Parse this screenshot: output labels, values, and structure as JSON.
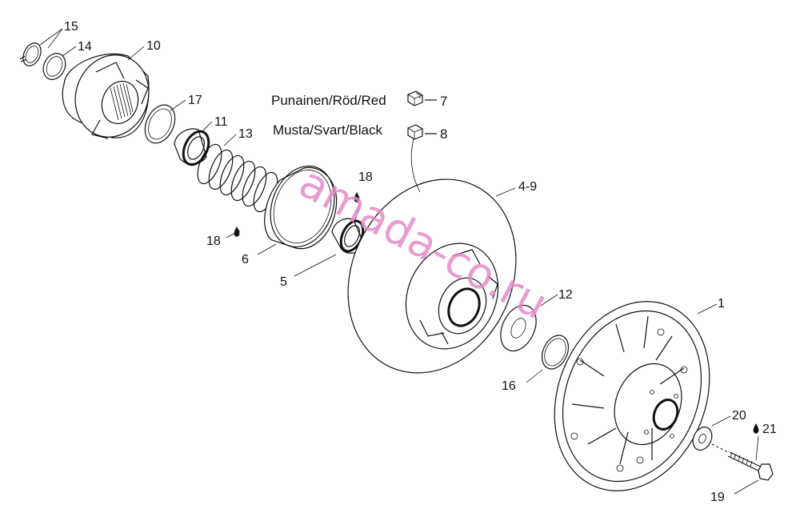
{
  "legend": {
    "red_text": "Punainen/Röd/Red",
    "red_number": "7",
    "black_text": "Musta/Svart/Black",
    "black_number": "8"
  },
  "watermark": "amada-co.ru",
  "part_labels": {
    "p15": "15",
    "p14": "14",
    "p10": "10",
    "p17": "17",
    "p11": "11",
    "p13": "13",
    "p18a": "18",
    "p18b": "18",
    "p6": "6",
    "p5": "5",
    "p4_9": "4-9",
    "p12": "12",
    "p16": "16",
    "p1": "1",
    "p20": "20",
    "p21": "21",
    "p19": "19"
  },
  "icons": {
    "grease": "grease-drop-icon",
    "weight": "weight-block-icon"
  }
}
